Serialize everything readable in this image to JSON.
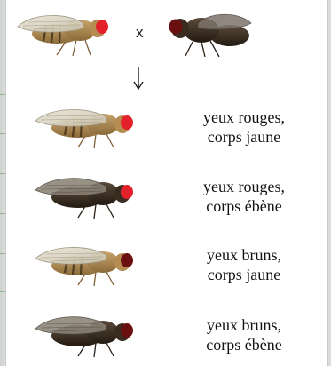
{
  "cross": {
    "symbol": "x",
    "parent_left": {
      "eye_color": "#e4202a",
      "body": "yellow"
    },
    "parent_right": {
      "eye_color": "#6b1010",
      "body": "ebony"
    }
  },
  "offspring": [
    {
      "line1": "yeux rouges,",
      "line2": "corps jaune",
      "eye_color": "#e4202a"
    },
    {
      "line1": "yeux rouges,",
      "line2": "corps ébène",
      "eye_color": "#e4202a"
    },
    {
      "line1": "yeux bruns,",
      "line2": "corps jaune",
      "eye_color": "#6b1010"
    },
    {
      "line1": "yeux bruns,",
      "line2": "corps ébène",
      "eye_color": "#6b1010"
    }
  ]
}
